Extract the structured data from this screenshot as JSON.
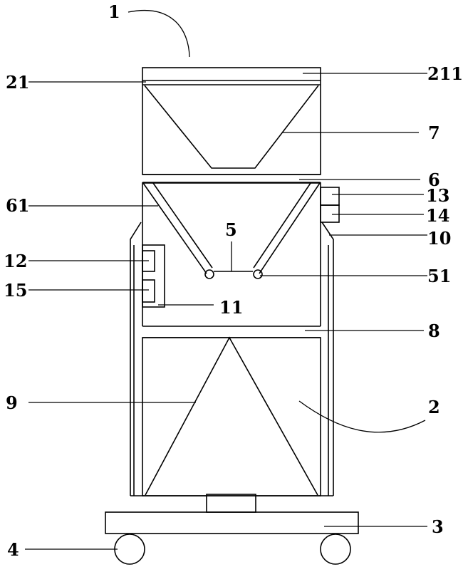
{
  "labels": {
    "l1": "1",
    "l21": "21",
    "l211": "211",
    "l7": "7",
    "l6": "6",
    "l61": "61",
    "l13": "13",
    "l14": "14",
    "l5": "5",
    "l10": "10",
    "l12": "12",
    "l51": "51",
    "l15": "15",
    "l11": "11",
    "l8": "8",
    "l9": "9",
    "l2": "2",
    "l3": "3",
    "l4": "4"
  }
}
